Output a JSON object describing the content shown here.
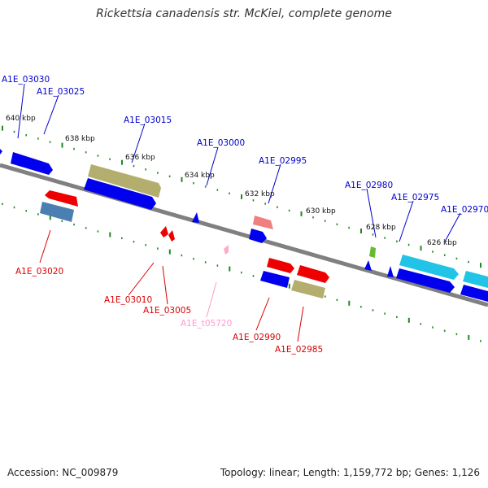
{
  "title": "Rickettsia canadensis str. McKiel, complete genome",
  "footer": {
    "accession": "Accession: NC_009879",
    "summary": "Topology: linear; Length: 1,159,772 bp; Genes: 1,126"
  },
  "scale_labels": [
    "640 kbp",
    "638 kbp",
    "636 kbp",
    "634 kbp",
    "632 kbp",
    "630 kbp",
    "628 kbp",
    "626 kbp"
  ],
  "colors": {
    "label_forward": "#0000cc",
    "label_reverse": "#dd0000",
    "label_rna": "#ff99cc",
    "backbone": "#808080",
    "tick": "#228822",
    "blue_gene": "#0000ee",
    "red_gene": "#ee0000",
    "olive_gene": "#b4ae6e",
    "steel_gene": "#4b7fb2",
    "cyan_gene": "#21c4e6",
    "salmon_gene": "#f08080",
    "green_gene": "#66bb33",
    "pink_gene": "#ffaacc"
  },
  "labels": {
    "forward": [
      "A1E_03030",
      "A1E_03025",
      "A1E_03015",
      "A1E_03000",
      "A1E_02995",
      "A1E_02980",
      "A1E_02975",
      "A1E_02970"
    ],
    "reverse": [
      "A1E_03020",
      "A1E_03010",
      "A1E_03005",
      "A1E_02990",
      "A1E_02985"
    ],
    "rna": [
      "A1E_t05720"
    ]
  }
}
